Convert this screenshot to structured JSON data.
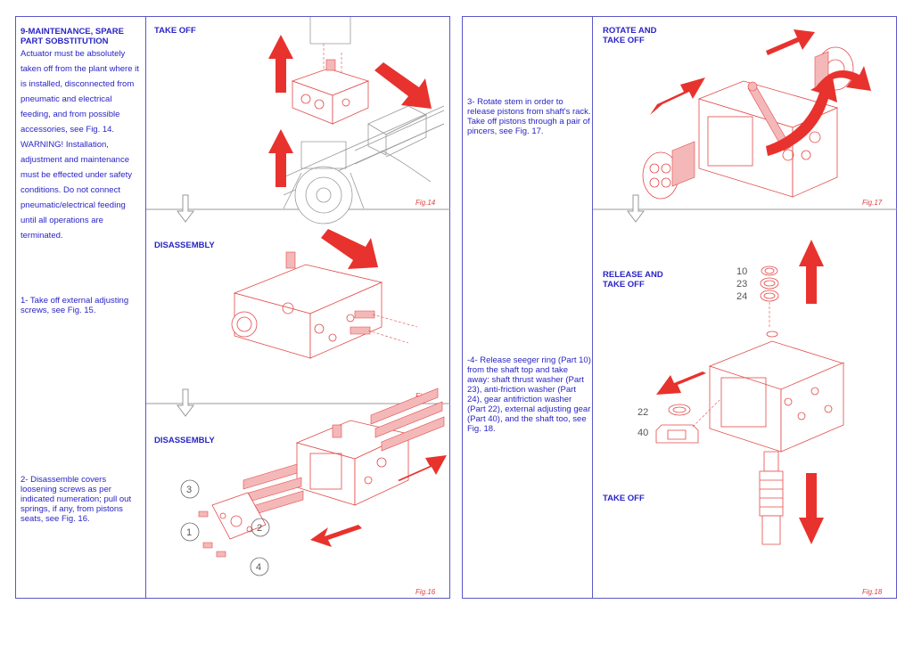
{
  "left_page": {
    "section_title": "9-MAINTENANCE, SPARE PART SOBSTITUTION",
    "intro_lines": [
      "Actuator must be absolutely",
      "taken off from the plant where it",
      "is installed, disconnected from",
      "pneumatic and electrical",
      "feeding, and from possible",
      "accessories, see Fig. 14.",
      "WARNING! Installation,",
      "adjustment and maintenance",
      "must be effected under safety",
      "conditions. Do not connect",
      "pneumatic/electrical feeding",
      "until all operations are",
      "terminated."
    ],
    "step1": "1- Take off external adjusting screws, see Fig. 15.",
    "step2": " 2- Disassemble covers loosening screws as per indicated numeration; pull out springs, if any, from pistons seats, see Fig. 16.",
    "fig14_heading": "TAKE OFF",
    "fig14_label": "Fig.14",
    "fig15_heading": "DISASSEMBLY",
    "fig15_label": "Fig.15",
    "fig16_heading": "DISASSEMBLY",
    "fig16_label": "Fig.16",
    "fig16_callouts": [
      "3",
      "2",
      "1",
      "4"
    ]
  },
  "right_page": {
    "step3": "3- Rotate stem in order to release pistons from shaft's rack. Take off pistons through a pair of pincers, see Fig. 17.",
    "step4": "-4- Release seeger ring (Part 10) from the shaft top and take away: shaft thrust washer (Part 23), anti-friction washer (Part 24),  gear antifriction washer (Part 22), external adjusting gear (Part 40), and the shaft too, see Fig. 18.",
    "fig17_heading": "ROTATE AND TAKE OFF",
    "fig17_label": "Fig.17",
    "fig18_heading_1": "RELEASE AND TAKE OFF",
    "fig18_heading_2": "TAKE OFF",
    "fig18_label": "Fig.18",
    "fig18_part_numbers": [
      "10",
      "23",
      "24",
      "22",
      "40"
    ]
  },
  "colors": {
    "frame": "#5a56c8",
    "text": "#2a24c4",
    "drawing": "#e34848",
    "arrow": "#e8322e"
  }
}
